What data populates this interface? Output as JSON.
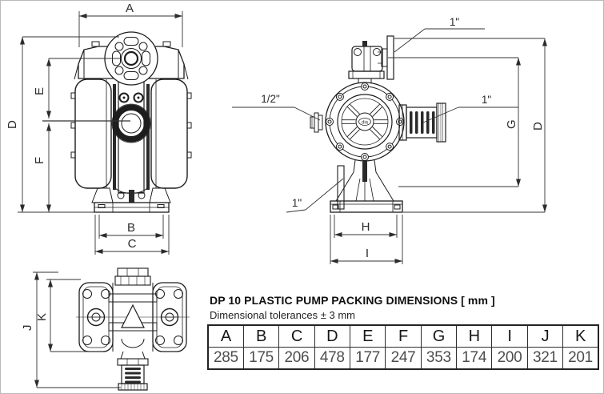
{
  "drawing": {
    "front_view": {
      "dim_width_top": "A",
      "dim_height_overall": "D",
      "dim_top_to_inlet": "E",
      "dim_inlet_to_base": "F",
      "dim_base_inner": "B",
      "dim_base_outer": "C"
    },
    "side_view": {
      "port_top": "1\"",
      "port_left": "1/2\"",
      "port_right": "1\"",
      "port_bottom": "1\"",
      "dim_port_height": "G",
      "dim_height_overall": "D",
      "dim_foot_inner": "H",
      "dim_foot_outer": "I",
      "hub_logo": "dia"
    },
    "top_view": {
      "dim_length_overall": "J",
      "dim_body_length": "K"
    }
  },
  "title_block": {
    "title": "DP 10 PLASTIC PUMP PACKING DIMENSIONS [ mm ]",
    "tolerance_note": "Dimensional tolerances ± 3 mm"
  },
  "dimensions_table": {
    "columns": [
      "A",
      "B",
      "C",
      "D",
      "E",
      "F",
      "G",
      "H",
      "I",
      "J",
      "K"
    ],
    "values_mm": [
      285,
      175,
      206,
      478,
      177,
      247,
      353,
      174,
      200,
      321,
      201
    ]
  }
}
